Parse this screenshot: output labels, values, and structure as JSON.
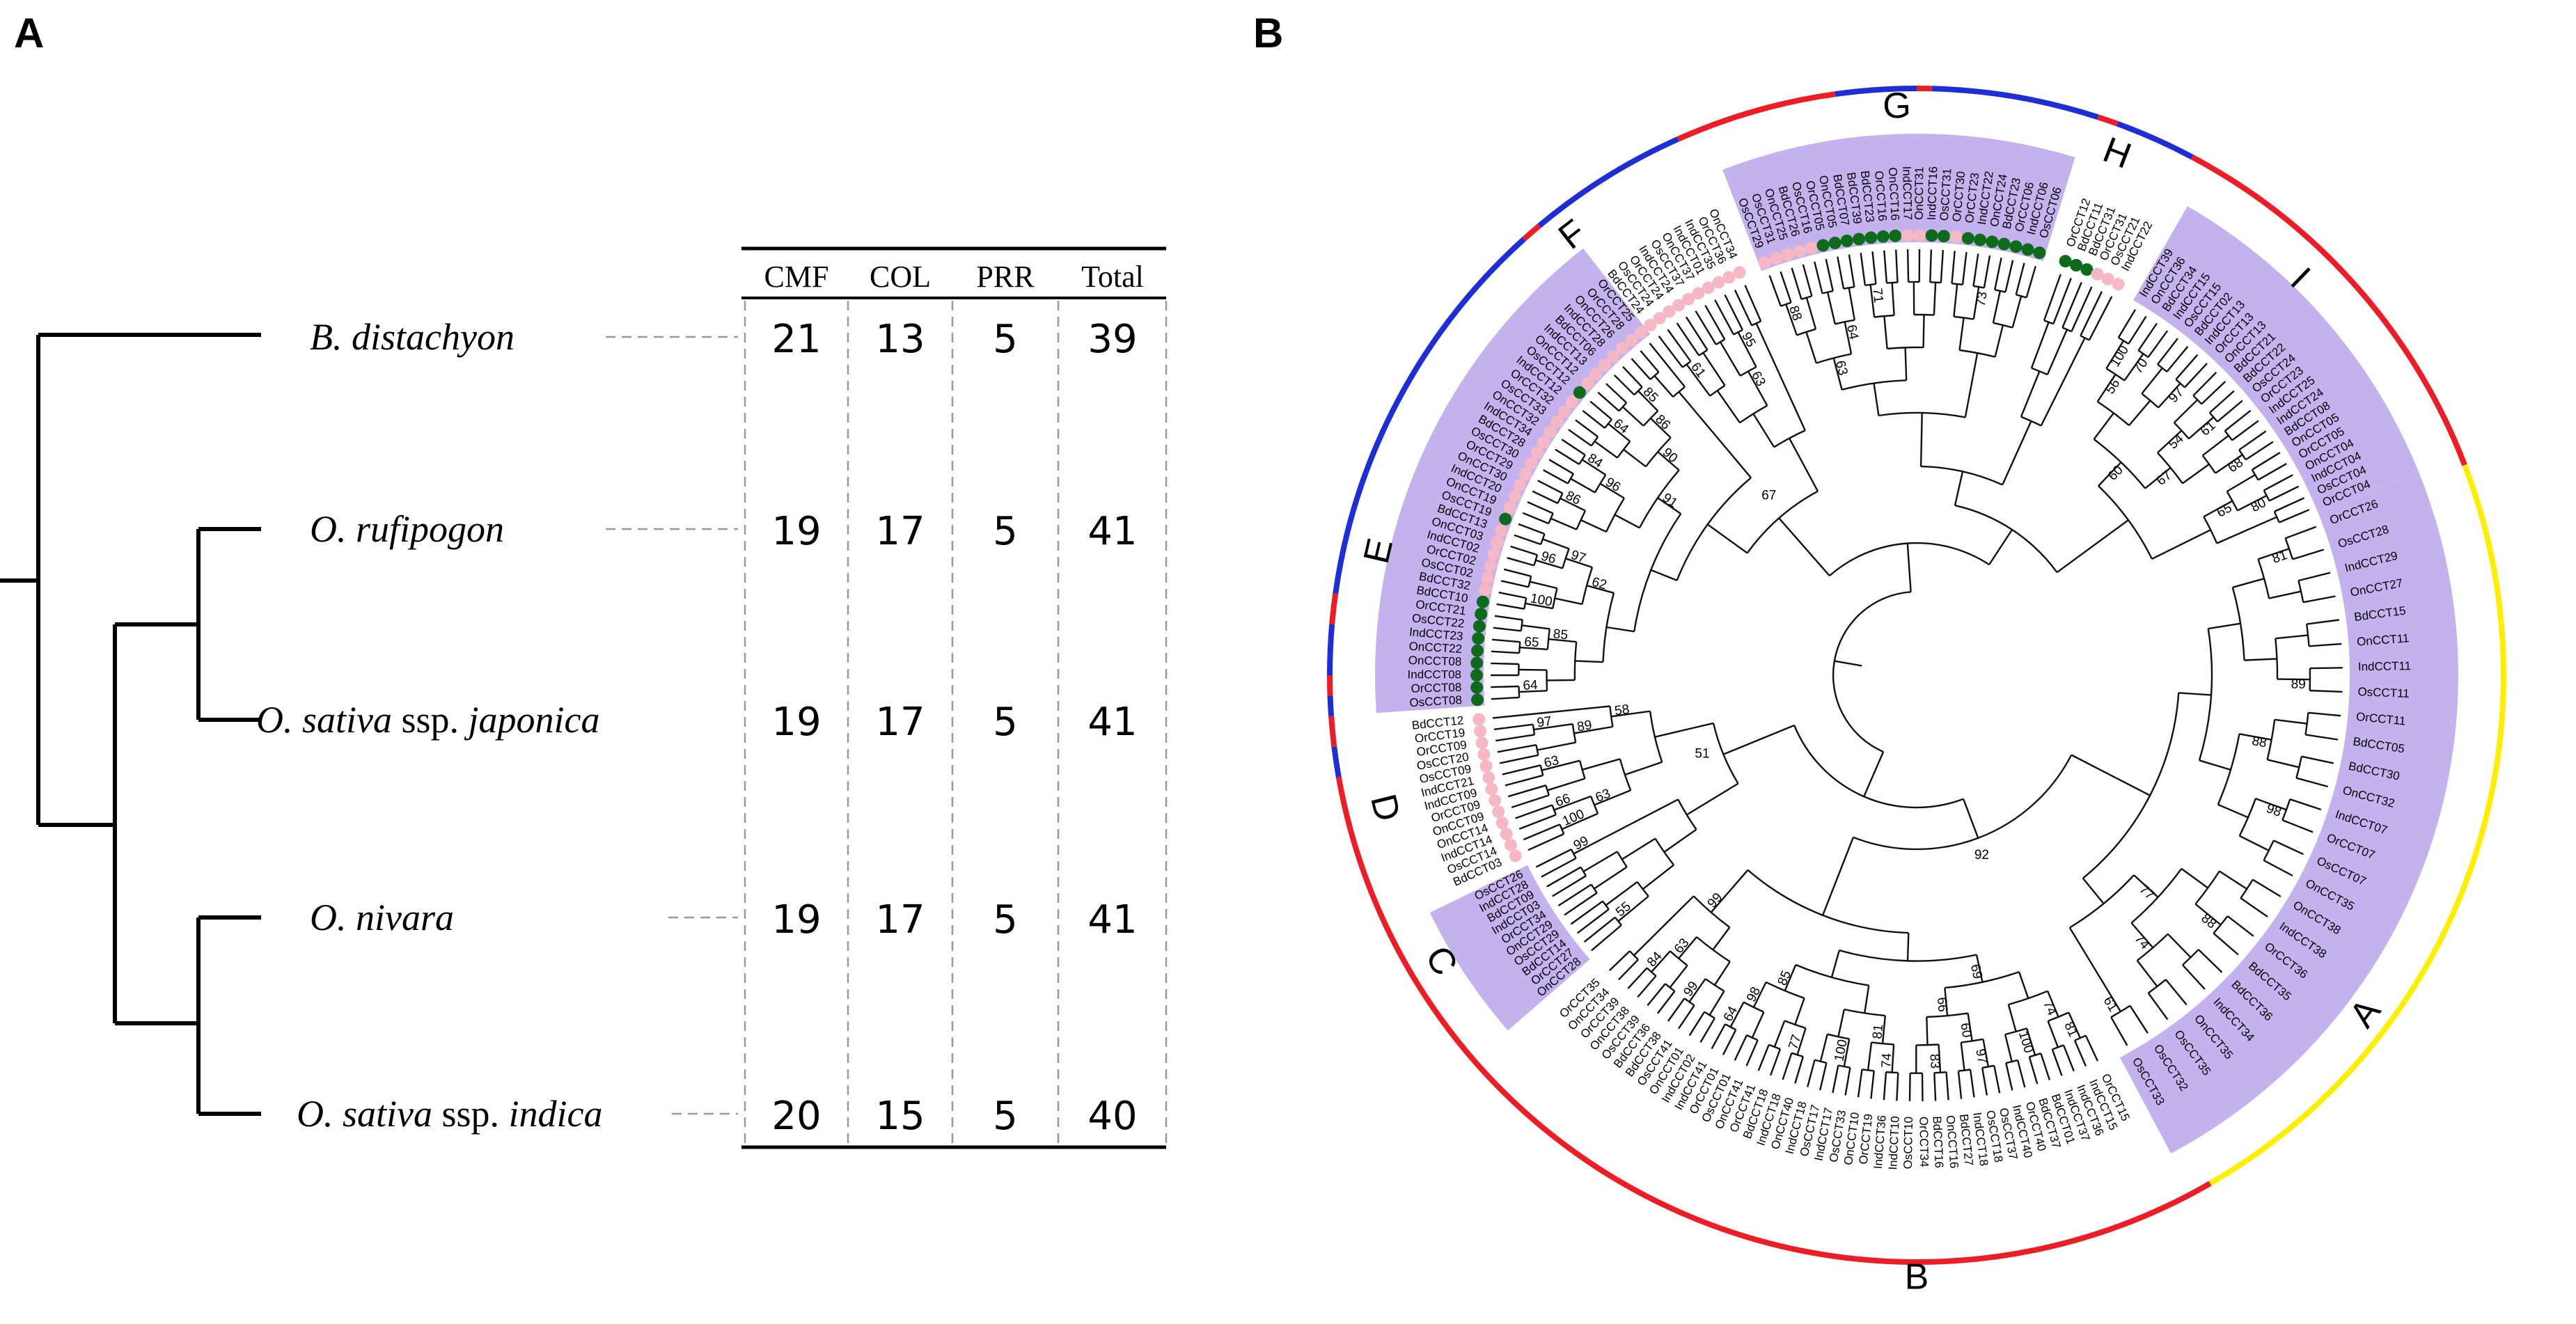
{
  "panel_a": {
    "label": "A",
    "columns": [
      "CMF",
      "COL",
      "PRR",
      "Total"
    ],
    "rows": [
      {
        "species": "B. distachyon",
        "cmf": "21",
        "col": "13",
        "prr": "5",
        "total": "39"
      },
      {
        "species": "O. rufipogon",
        "cmf": "19",
        "col": "17",
        "prr": "5",
        "total": "41"
      },
      {
        "species": "O. sativa ssp. japonica",
        "cmf": "19",
        "col": "17",
        "prr": "5",
        "total": "41"
      },
      {
        "species": "O. nivara",
        "cmf": "19",
        "col": "17",
        "prr": "5",
        "total": "41"
      },
      {
        "species": "O. sativa ssp. indica",
        "cmf": "20",
        "col": "15",
        "prr": "5",
        "total": "40"
      }
    ]
  },
  "panel_b": {
    "label": "B",
    "colors": {
      "highlight": "#c4b2ee",
      "ring_red": "#ee1c24",
      "ring_blue": "#1d2ed9",
      "ring_yellow": "#ffee00",
      "dot_pink": "#f5b8c4",
      "dot_green": "#0e6b1c",
      "branch": "#111111"
    },
    "groups": [
      {
        "name": "A",
        "start": 20,
        "end": 73
      },
      {
        "name": "B",
        "start": 73,
        "end": 130
      },
      {
        "name": "C",
        "start": 130,
        "end": 152
      },
      {
        "name": "D",
        "start": 152,
        "end": 181
      },
      {
        "name": "E",
        "start": 181,
        "end": 279
      },
      {
        "name": "F",
        "start": 279,
        "end": 305
      },
      {
        "name": "G",
        "start": 305,
        "end": 339
      },
      {
        "name": "H",
        "start": 339,
        "end": 355
      },
      {
        "name": "I",
        "start": 355,
        "end": 380
      }
    ],
    "clades": [
      {
        "name": "A",
        "highlight": true,
        "leaves": [
          "OrCCT26",
          "OsCCT28",
          "IndCCT29",
          "OnCCT27",
          "BdCCT15",
          "OnCCT11",
          "IndCCT11",
          "OsCCT11",
          "OrCCT11",
          "BdCCT05",
          "BdCCT30",
          "OnCCT32",
          "IndCCT07",
          "OrCCT07",
          "OsCCT07",
          "OnCCT35",
          "OnCCT38",
          "IndCCT38",
          "OrCCT36",
          "BdCCT35",
          "BdCCT36",
          "IndCCT34",
          "OnCCT35",
          "OsCCT35",
          "OsCCT32",
          "OsCCT33"
        ],
        "bootstraps": [
          "81",
          "89",
          "98",
          "88",
          "61",
          "88",
          "74",
          "77"
        ]
      },
      {
        "name": "B",
        "highlight": false,
        "leaves": [
          "OrCCT15",
          "IndCCT15",
          "IndCCT36",
          "IndCCT37",
          "BdCCT01",
          "BdCCT37",
          "OrCCT40",
          "IndCCT40",
          "OsCCT37",
          "OsCCT18",
          "IndCCT18",
          "BdCCT27",
          "OnCCT16",
          "BdCCT16",
          "OrCCT34",
          "OsCCT10",
          "IndCCT10",
          "IndCCT36",
          "OrCCT19",
          "OnCCT10",
          "OsCCT33",
          "IndCCT17",
          "OsCCT17",
          "IndCCT18",
          "OnCCT40",
          "IndCCT18",
          "BdCCT18",
          "OrCCT41",
          "OnCCT41",
          "OsCCT01",
          "OrCCT01",
          "IndCCT41",
          "IndCCT02",
          "OnCCT01",
          "OsCCT41",
          "BdCCT38",
          "BdCCT36",
          "OsCCT39",
          "OnCCT38",
          "OrCCT39",
          "OnCCT34",
          "OrCCT35"
        ],
        "bootstraps": [
          "81",
          "100",
          "97",
          "83",
          "74",
          "100",
          "77",
          "64",
          "99",
          "84",
          "74",
          "60",
          "81",
          "98",
          "63",
          "66",
          "85",
          "69",
          "99"
        ]
      },
      {
        "name": "C",
        "highlight": true,
        "leaves": [
          "OnCCT28",
          "OrCCT27",
          "BdCCT14",
          "OsCCT29",
          "OnCCT29",
          "OrCCT34",
          "IndCCT03",
          "BdCCT09",
          "IndCCT28",
          "OsCCT26"
        ],
        "bootstraps": [
          "55",
          "99"
        ]
      },
      {
        "name": "D",
        "highlight": false,
        "leaves": [
          "BdCCT03",
          "OsCCT14",
          "IndCCT14",
          "OnCCT14",
          "OnCCT09",
          "OrCCT09",
          "IndCCT09",
          "IndCCT21",
          "OsCCT09",
          "OsCCT20",
          "OrCCT09",
          "OrCCT19",
          "BdCCT12"
        ],
        "bootstraps": [
          "100",
          "66",
          "63",
          "97",
          "63",
          "89",
          "58"
        ]
      },
      {
        "name": "E",
        "highlight": true,
        "leaves": [
          "OsCCT08",
          "OrCCT08",
          "IndCCT08",
          "OnCCT08",
          "OnCCT22",
          "IndCCT23",
          "OsCCT22",
          "OrCCT21",
          "BdCCT10",
          "BdCCT32",
          "OsCCT02",
          "OrCCT02",
          "IndCCT02",
          "OnCCT03",
          "BdCCT13",
          "OsCCT19",
          "OnCCT19",
          "IndCCT20",
          "OnCCT30",
          "OrCCT29",
          "OsCCT30",
          "BdCCT28",
          "IndCCT34",
          "OnCCT32",
          "OsCCT33",
          "OrCCT32",
          "IndCCT12",
          "OsCCT12",
          "OnCCT12",
          "IndCCT13",
          "BdCCT06",
          "IndCCT28",
          "OnCCT26",
          "OrCCT28",
          "OrCCT25"
        ],
        "bootstraps": [
          "64",
          "65",
          "100",
          "96",
          "86",
          "84",
          "64",
          "85",
          "85",
          "97",
          "96",
          "86",
          "62",
          "90",
          "91"
        ]
      },
      {
        "name": "F",
        "highlight": false,
        "leaves": [
          "BdCCT24",
          "OsCCT24",
          "OrCCT24",
          "IndCCT24",
          "OsCCT37",
          "OnCCT37",
          "IndCCT01",
          "IndCCT35",
          "OrCCT36",
          "OnCCT34"
        ],
        "bootstraps": [
          "61",
          "95",
          "63"
        ]
      },
      {
        "name": "G",
        "highlight": true,
        "leaves": [
          "OsCCT29",
          "OsCCT31",
          "OnCCT25",
          "BdCCT26",
          "OsCCT16",
          "OrCCT05",
          "OnCCT05",
          "BdCCT07",
          "BdCCT39",
          "BdCCT23",
          "OrCCT16",
          "OnCCT16",
          "IndCCT17",
          "OnCCT31",
          "IndCCT16",
          "OsCCT31",
          "OrCCT30",
          "OrCCT23",
          "IndCCT22",
          "OnCCT24",
          "BdCCT23",
          "OrCCT06",
          "IndCCT06",
          "OsCCT06"
        ],
        "bootstraps": [
          "88",
          "71",
          "73",
          "64",
          "63"
        ]
      },
      {
        "name": "H",
        "highlight": false,
        "leaves": [
          "OrCCT12",
          "BdCCT11",
          "BdCCT31",
          "OrCCT31",
          "OsCCT21",
          "IndCCT22"
        ],
        "bootstraps": []
      },
      {
        "name": "I",
        "highlight": true,
        "leaves": [
          "IndCCT39",
          "OnCCT36",
          "BdCCT34",
          "IndCCT15",
          "OsCCT15",
          "BdCCT02",
          "IndCCT13",
          "OrCCT13",
          "OnCCT13",
          "BdCCT21",
          "BdCCT22",
          "OsCCT24",
          "OrCCT23",
          "IndCCT25",
          "IndCCT24",
          "BdCCT08",
          "OnCCT05",
          "OrCCT05",
          "OnCCT04",
          "IndCCT04",
          "OsCCT04",
          "OrCCT04"
        ],
        "bootstraps": [
          "100",
          "70",
          "97",
          "61",
          "68",
          "80",
          "56",
          "54",
          "65",
          "67",
          "60"
        ]
      }
    ],
    "deep_bootstraps": [
      "51",
      "92",
      "67"
    ]
  }
}
